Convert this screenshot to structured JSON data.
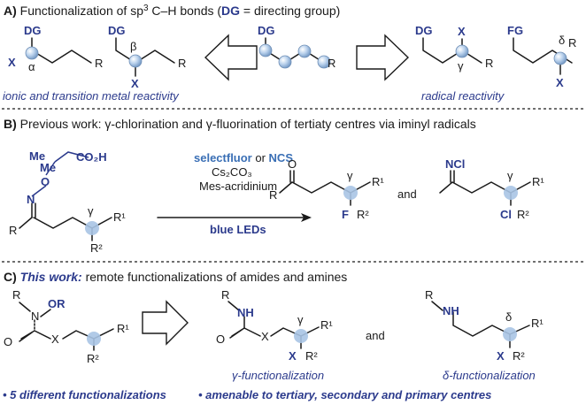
{
  "sectionA": {
    "header_prefix": "A)",
    "header_text_1": " Functionalization of sp",
    "header_sup": "3",
    "header_text_2": " C–H bonds (",
    "header_dg": "DG",
    "header_text_3": " = directing group)",
    "caption_left": "ionic and transition metal reactivity",
    "caption_right": "radical reactivity",
    "labels": {
      "DG": "DG",
      "X": "X",
      "R": "R",
      "FG": "FG",
      "alpha": "α",
      "beta": "β",
      "gamma": "γ",
      "delta": "δ"
    }
  },
  "sectionB": {
    "header_prefix": "B)",
    "header_text": " Previous work: γ-chlorination and γ-fluorination of tertiaty centres via iminyl radicals",
    "reagent_1a": "selectfluor",
    "reagent_1b": " or ",
    "reagent_1c": "NCS",
    "reagent_2": "Cs₂CO₃",
    "reagent_3": "Mes-acridinium",
    "condition": "blue LEDs",
    "and": "and",
    "labels": {
      "Me": "Me",
      "CO2H": "CO₂H",
      "O": "O",
      "N": "N",
      "R": "R",
      "R1": "R¹",
      "R2": "R²",
      "F": "F",
      "Cl": "Cl",
      "NCl": "NCl",
      "gamma": "γ"
    }
  },
  "sectionC": {
    "header_prefix": "C)",
    "header_bold": " This work:",
    "header_text": " remote functionalizations of amides and amines",
    "and": "and",
    "caption_gamma": "γ-functionalization",
    "caption_delta": "δ-functionalization",
    "bullet_1": "• 5 different functionalizations",
    "bullet_2": "• amenable to tertiary, secondary and primary centres",
    "labels": {
      "R": "R",
      "N": "N",
      "OR": "OR",
      "O": "O",
      "X": "X",
      "R1": "R¹",
      "R2": "R²",
      "NH": "NH",
      "gamma": "γ",
      "delta": "δ"
    }
  }
}
